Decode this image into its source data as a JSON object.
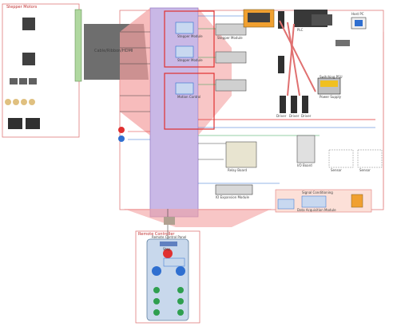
{
  "diagram": {
    "background": "#ffffff",
    "accent_red": "#e03030",
    "accent_pink": "#f4a0a0",
    "column_purple": "#c9b8e6",
    "bus_gray": "#6e6e6e",
    "line_blue": "#2f6fd0",
    "line_green": "#2f9f4f",
    "line_orange": "#f0a030"
  },
  "panels": {
    "motors_panel_title": "Stepper Motors",
    "cable_label": "Cable/Ribbon/HDMI",
    "remote_title": "Remote Controller",
    "remote_header": "Remote Control Panel",
    "estop_label": "Stop",
    "module_a": "Stepper Module",
    "module_b": "Stepper Module",
    "module_c": "Motion Control",
    "module_d": "Power Supply",
    "module_e": "Relay Board",
    "module_f": "I/O Board",
    "module_g": "IO Expansion Module",
    "module_h": "Stepper Module",
    "module_i": "Data Acquisition Module",
    "module_j": "PLC",
    "module_k": "Host PC",
    "module_l": "Switching PSU",
    "module_m": "Signal Conditioning",
    "module_n": "Sensor",
    "module_o": "Sensor",
    "module_p": "Driver",
    "module_q": "Driver",
    "module_r": "Driver"
  }
}
